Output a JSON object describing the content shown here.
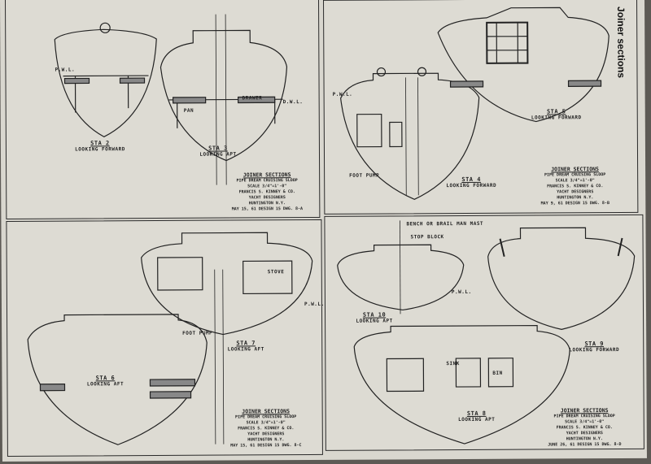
{
  "side_title": "Joiner sections",
  "panels": [
    {
      "sections": [
        {
          "sta": "STA 2",
          "view": "LOOKING FORWARD"
        },
        {
          "sta": "STA 3",
          "view": "LOOKING APT"
        }
      ],
      "notes": {
        "pwl": "P.W.L.",
        "dwl": "D.W.L.",
        "drawer": "DRAWER",
        "pan": "PAN"
      },
      "title_block": {
        "title": "JOINER SECTIONS",
        "boat": "PIPE DREAM CRUISING SLOOP",
        "scale": "SCALE 3/4\"=1'-0\"",
        "firm": "FRANCIS S. KINNEY & CO.",
        "role": "YACHT DESIGNERS",
        "place": "HUNTINGTON N.Y.",
        "dwg": "MAY 15, 61  DESIGN 15  DWG. 8-A"
      }
    },
    {
      "sections": [
        {
          "sta": "STA 4",
          "view": "LOOKING FORWARD"
        },
        {
          "sta": "STA 5",
          "view": "LOOKING FORWARD"
        }
      ],
      "notes": {
        "pwl": "P.W.L.",
        "foot_pump": "FOOT PUMP"
      },
      "title_block": {
        "title": "JOINER SECTIONS",
        "boat": "PIPE DREAM CRUISING SLOOP",
        "scale": "SCALE 3/4\"=1'-0\"",
        "firm": "FRANCIS S. KINNEY & CO.",
        "role": "YACHT DESIGNERS",
        "place": "HUNTINGTON N.Y.",
        "dwg": "MAY 9, 61  DESIGN 15  DWG. 8-B"
      }
    },
    {
      "sections": [
        {
          "sta": "STA 7",
          "view": "LOOKING AFT"
        },
        {
          "sta": "STA 6",
          "view": "LOOKING AFT"
        }
      ],
      "notes": {
        "pwl": "P.W.L.",
        "foot_pump": "FOOT PUMP",
        "stove": "STOVE"
      },
      "title_block": {
        "title": "JOINER SECTIONS",
        "boat": "PIPE DREAM CRUISING SLOOP",
        "scale": "SCALE 3/4\"=1'-0\"",
        "firm": "FRANCIS S. KINNEY & CO.",
        "role": "YACHT DESIGNERS",
        "place": "HUNTINGTON N.Y.",
        "dwg": "MAY 15, 61  DESIGN 15  DWG. 8-C"
      }
    },
    {
      "sections": [
        {
          "sta": "STA 10",
          "view": "LOOKING APT"
        },
        {
          "sta": "STA 9",
          "view": "LOOKING FORWARD"
        },
        {
          "sta": "STA 8",
          "view": "LOOKING APT"
        }
      ],
      "notes": {
        "pwl": "P.W.L.",
        "mast": "BENCH OR BRAIL MAN MAST",
        "stop": "STOP BLOCK",
        "sink": "SINK",
        "bin": "BIN"
      },
      "title_block": {
        "title": "JOINER SECTIONS",
        "boat": "PIPE DREAM CRUISING SLOOP",
        "scale": "SCALE 3/4\"=1'-0\"",
        "firm": "FRANCIS S. KINNEY & CO.",
        "role": "YACHT DESIGNERS",
        "place": "HUNTINGTON N.Y.",
        "dwg": "JUNE 26, 61  DESIGN 15  DWG. 8-D"
      }
    }
  ]
}
